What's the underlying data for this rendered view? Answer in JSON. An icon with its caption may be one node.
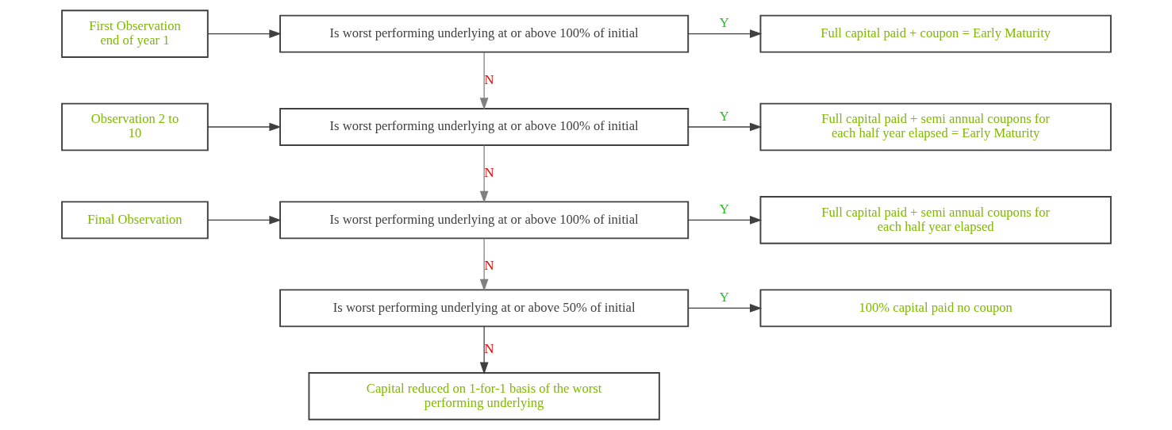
{
  "diagram": {
    "nodes": [
      {
        "text": [
          "First Observation end of year 1"
        ]
      },
      {
        "text": [
          "Is worst performing underlying at or above 100% of initial"
        ]
      },
      {
        "text": [
          "Full capital paid + coupon = Early Maturity"
        ]
      },
      {
        "text": [
          "Observation 2 to 10"
        ]
      },
      {
        "text": [
          "Is worst performing underlying at or above 100% of initial"
        ]
      },
      {
        "text": [
          "Full capital paid + semi annual coupons for each half year elapsed = Early Maturity"
        ]
      },
      {
        "text": [
          "Final Observation"
        ]
      },
      {
        "text": [
          "Is worst performing underlying at or above 100% of initial"
        ]
      },
      {
        "text": [
          "Full capital paid + semi annual coupons for each half year elapsed"
        ]
      },
      {
        "text": [
          "Is worst performing underlying at or above 50% of initial"
        ]
      },
      {
        "text": [
          "100% capital paid no coupon"
        ]
      },
      {
        "text": [
          "Capital reduced on 1-for-1 basis of the worst performing underlying"
        ]
      }
    ],
    "edges": [
      {
        "from": 0,
        "to": 1,
        "arrow": "to"
      },
      {
        "from": 1,
        "to": 2,
        "arrow": "to",
        "label": "Y"
      },
      {
        "from": 1,
        "to": 4,
        "arrow": "to",
        "label": "N",
        "color": "#808080"
      },
      {
        "from": 3,
        "to": 4,
        "arrow": "to"
      },
      {
        "from": 4,
        "to": 5,
        "arrow": "to",
        "label": "Y"
      },
      {
        "from": 4,
        "to": 7,
        "arrow": "to",
        "label": "N",
        "color": "#808080"
      },
      {
        "from": 6,
        "to": 7,
        "arrow": "to"
      },
      {
        "from": 7,
        "to": 8,
        "arrow": "to",
        "label": "Y"
      },
      {
        "from": 7,
        "to": 9,
        "arrow": "to",
        "label": "N",
        "color": "#808080"
      },
      {
        "from": 9,
        "to": 10,
        "arrow": "to",
        "label": "Y"
      },
      {
        "from": 9,
        "to": 11,
        "arrow": "to",
        "label": "N"
      }
    ]
  }
}
